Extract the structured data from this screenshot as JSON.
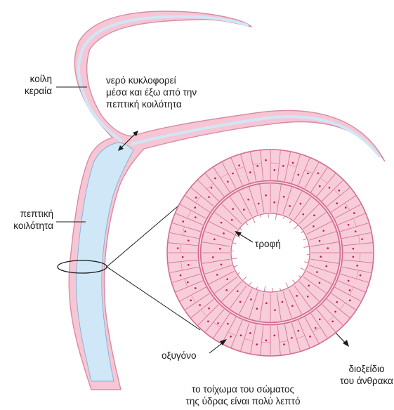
{
  "labels": {
    "hollow_tentacle": [
      "κοίλη",
      "κεραία"
    ],
    "water_flow": [
      "νερό κυκλοφορεί",
      "μέσα και έξω από την",
      "πεπτική κοιλότητα"
    ],
    "digestive_cavity": [
      "πεπτική",
      "κοιλότητα"
    ],
    "food": "τροφή",
    "oxygen": "οξυγόνο",
    "carbon_dioxide": [
      "διοξείδιο",
      "του άνθρακα"
    ],
    "caption": [
      "το τοίχωμα του σώματος",
      "της ύδρας είναι πολύ λεπτό"
    ]
  },
  "colors": {
    "body_wall": "#f6c6d4",
    "body_outline": "#d98aa4",
    "cavity": "#cfe7f6",
    "cell_fill": "#f7cdd9",
    "cell_line": "#d46c92",
    "nucleus": "#c2185b",
    "line": "#1a1a1a"
  }
}
